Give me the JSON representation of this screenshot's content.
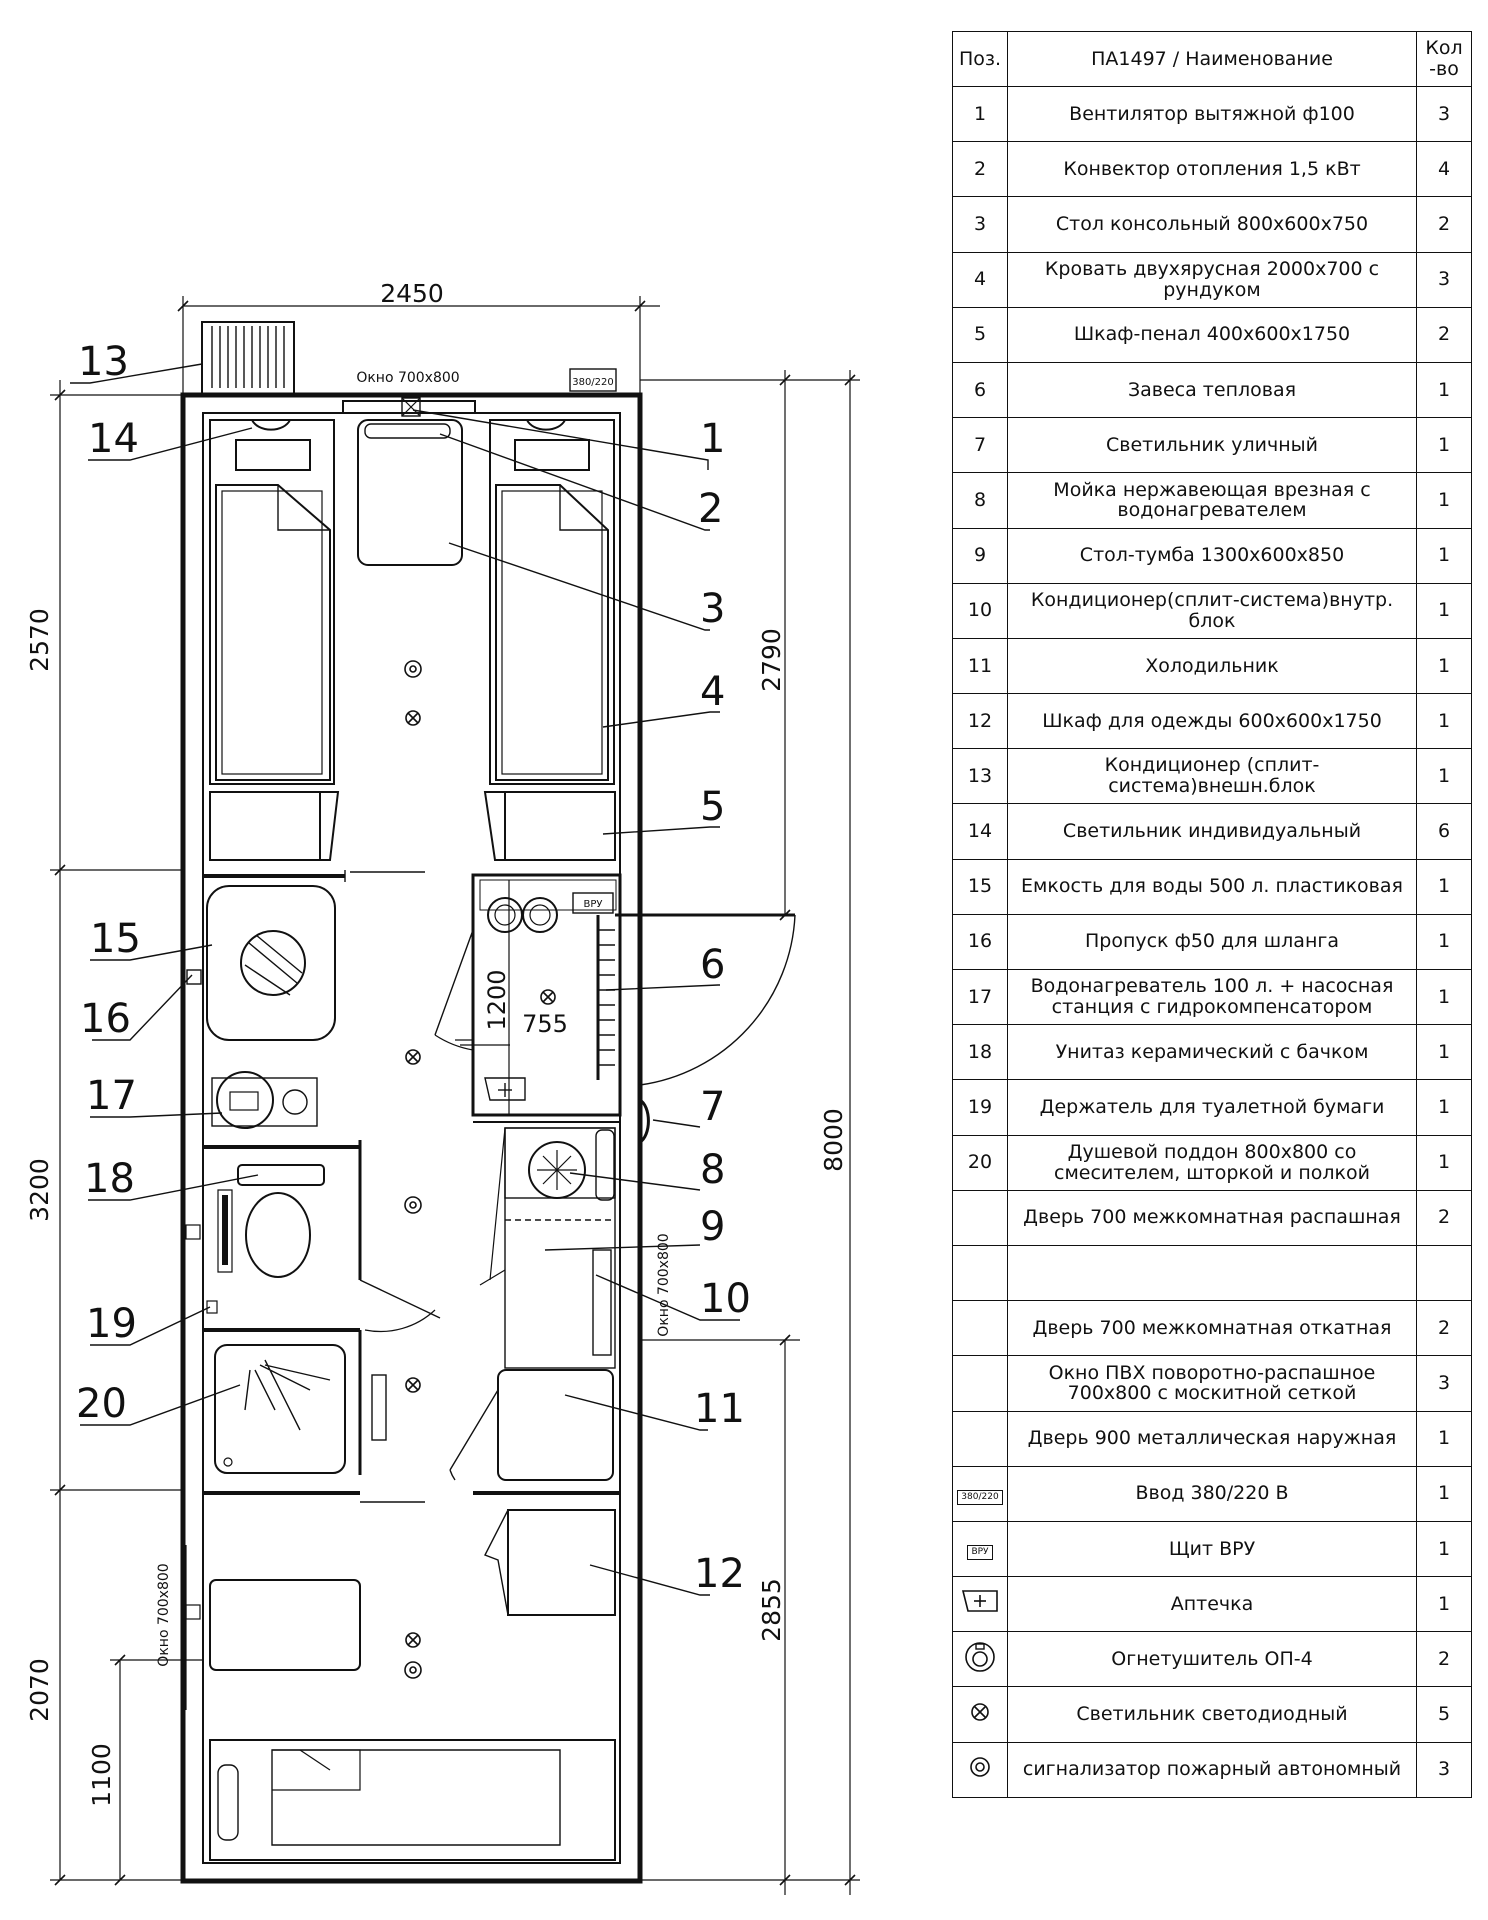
{
  "dimensions": {
    "width_total": "2450",
    "left_top": "2570",
    "left_mid": "3200",
    "left_bottom": "2070",
    "left_inner": "1100",
    "right_top": "2790",
    "right_total": "8000",
    "right_bottom": "2855",
    "vestibule_h": "1200",
    "vestibule_w": "755"
  },
  "plan_labels": {
    "window_top": "Окно 700х800",
    "window_right": "Окно 700х800",
    "window_left": "Окно 700х800",
    "power_input": "380/220",
    "vru": "ВРУ"
  },
  "callouts": [
    "1",
    "2",
    "3",
    "4",
    "5",
    "6",
    "7",
    "8",
    "9",
    "10",
    "11",
    "12",
    "13",
    "14",
    "15",
    "16",
    "17",
    "18",
    "19",
    "20"
  ],
  "table": {
    "header": {
      "pos": "Поз.",
      "name": "ПА1497 / Наименование",
      "qty": "Кол -во"
    },
    "rows": [
      {
        "pos": "1",
        "name": "Вентилятор вытяжной ф100",
        "qty": "3"
      },
      {
        "pos": "2",
        "name": "Конвектор отопления 1,5 кВт",
        "qty": "4"
      },
      {
        "pos": "3",
        "name": "Стол консольный 800х600х750",
        "qty": "2"
      },
      {
        "pos": "4",
        "name": "Кровать двухярусная 2000х700 с рундуком",
        "qty": "3"
      },
      {
        "pos": "5",
        "name": "Шкаф-пенал 400х600х1750",
        "qty": "2"
      },
      {
        "pos": "6",
        "name": "Завеса тепловая",
        "qty": "1"
      },
      {
        "pos": "7",
        "name": "Светильник уличный",
        "qty": "1"
      },
      {
        "pos": "8",
        "name": "Мойка нержавеющая врезная с водонагревателем",
        "qty": "1"
      },
      {
        "pos": "9",
        "name": "Стол-тумба 1300х600х850",
        "qty": "1"
      },
      {
        "pos": "10",
        "name": "Кондиционер(сплит-система)внутр. блок",
        "qty": "1"
      },
      {
        "pos": "11",
        "name": "Холодильник",
        "qty": "1"
      },
      {
        "pos": "12",
        "name": "Шкаф для одежды 600х600х1750",
        "qty": "1"
      },
      {
        "pos": "13",
        "name": "Кондиционер (сплит-система)внешн.блок",
        "qty": "1"
      },
      {
        "pos": "14",
        "name": "Светильник индивидуальный",
        "qty": "6"
      },
      {
        "pos": "15",
        "name": "Емкость для воды 500 л. пластиковая",
        "qty": "1"
      },
      {
        "pos": "16",
        "name": "Пропуск ф50 для шланга",
        "qty": "1"
      },
      {
        "pos": "17",
        "name": "Водонагреватель 100 л. + насосная станция с гидрокомпенсатором",
        "qty": "1"
      },
      {
        "pos": "18",
        "name": "Унитаз керамический с бачком",
        "qty": "1"
      },
      {
        "pos": "19",
        "name": "Держатель для туалетной бумаги",
        "qty": "1"
      },
      {
        "pos": "20",
        "name": "Душевой поддон 800х800 со смесителем, шторкой и полкой",
        "qty": "1"
      },
      {
        "pos": "",
        "name": "Дверь 700 межкомнатная распашная",
        "qty": "2"
      },
      {
        "pos": "",
        "name": "",
        "qty": ""
      },
      {
        "pos": "",
        "name": "Дверь 700 межкомнатная откатная",
        "qty": "2"
      },
      {
        "pos": "",
        "name": "Окно ПВХ поворотно-распашное 700х800 с москитной сеткой",
        "qty": "3"
      },
      {
        "pos": "",
        "name": "Дверь 900 металлическая наружная",
        "qty": "1"
      },
      {
        "pos": "380/220",
        "name": "Ввод 380/220 В",
        "qty": "1"
      },
      {
        "pos": "ВРУ",
        "name": "Щит ВРУ",
        "qty": "1"
      },
      {
        "pos": "",
        "name": "Аптечка",
        "qty": "1",
        "symbol": "first-aid-icon"
      },
      {
        "pos": "",
        "name": "Огнетушитель ОП-4",
        "qty": "2",
        "symbol": "fire-extinguisher-icon"
      },
      {
        "pos": "",
        "name": "Светильник светодиодный",
        "qty": "5",
        "symbol": "led-lamp-icon"
      },
      {
        "pos": "",
        "name": "сигнализатор пожарный автономный",
        "qty": "3",
        "symbol": "smoke-detector-icon"
      }
    ]
  }
}
